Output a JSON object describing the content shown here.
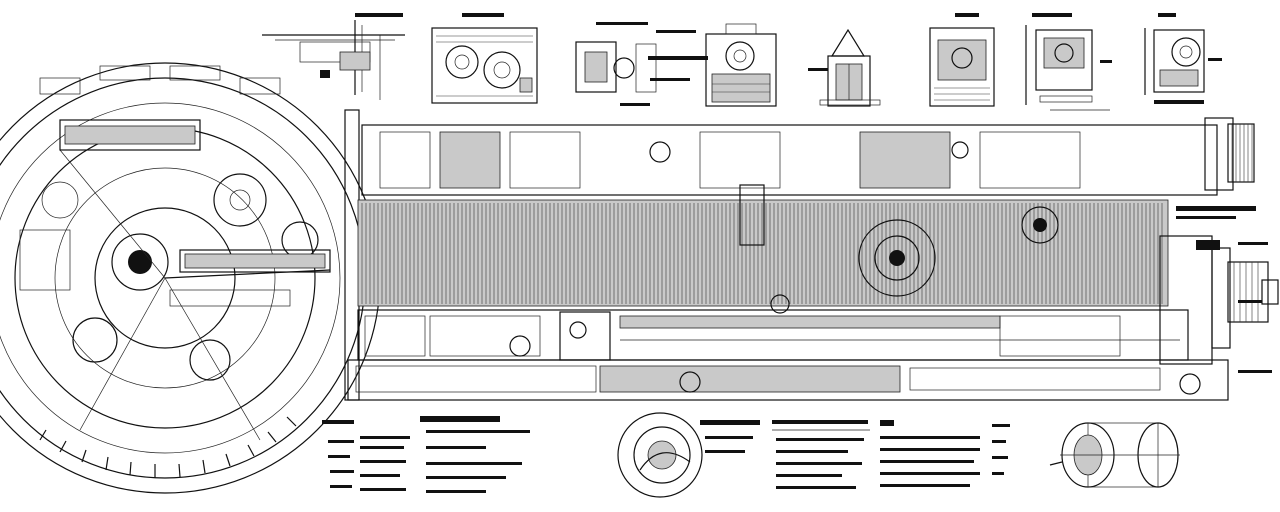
{
  "drawing": {
    "palette": {
      "ink": "#111111",
      "paper": "#ffffff",
      "shade": "#c9c9c9"
    },
    "views": [
      "circular-side-view",
      "elevation-view",
      "thumbnail-row",
      "detail-callouts"
    ]
  }
}
